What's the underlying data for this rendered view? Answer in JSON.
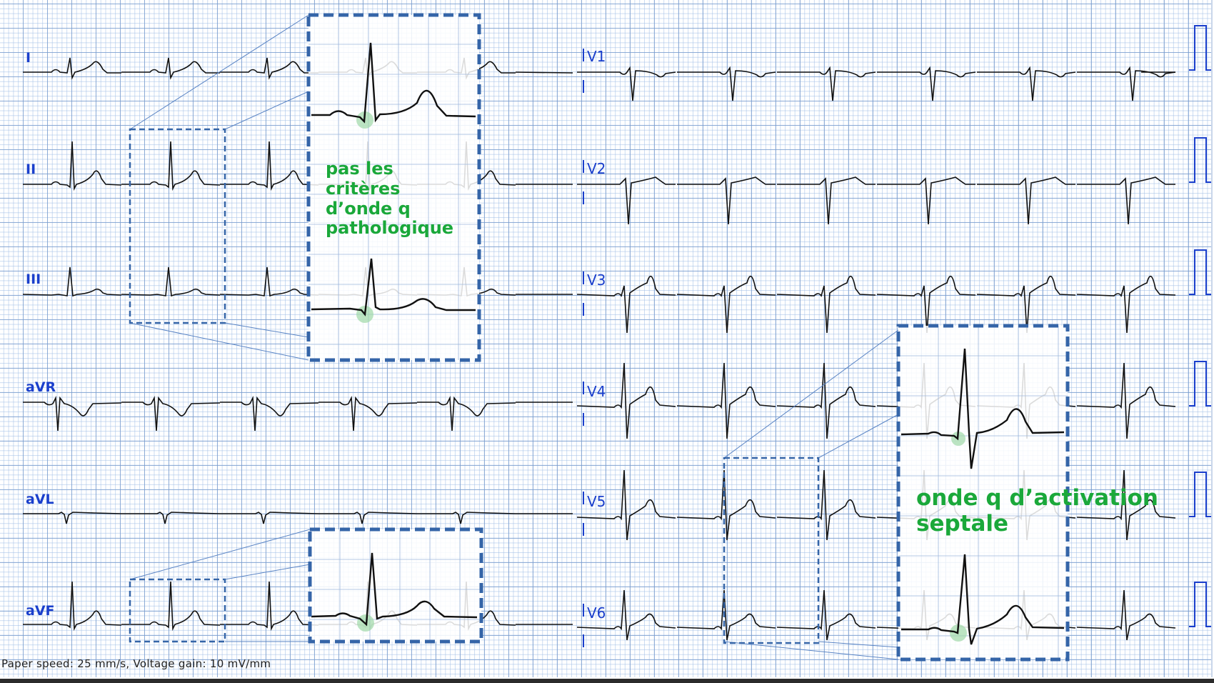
{
  "ecg": {
    "paper": {
      "grid_major_color": "#789bcd",
      "grid_minor_color": "#a0bee6",
      "trace_color": "#111111",
      "label_color": "#1a3fcc",
      "calibration_color": "#1a3fcc"
    },
    "limb_leads": [
      {
        "label": "I"
      },
      {
        "label": "II"
      },
      {
        "label": "III"
      },
      {
        "label": "aVR"
      },
      {
        "label": "aVL"
      },
      {
        "label": "aVF"
      }
    ],
    "precordial_leads": [
      {
        "label": "V1"
      },
      {
        "label": "V2"
      },
      {
        "label": "V3"
      },
      {
        "label": "V4"
      },
      {
        "label": "V5"
      },
      {
        "label": "V6"
      }
    ],
    "footer": "Paper speed: 25 mm/s, Voltage gain: 10 mV/mm"
  },
  "annotations": {
    "inferior_note": [
      "pas les",
      "critères",
      "d’onde q",
      "pathologique"
    ],
    "lateral_note": [
      "onde q d’activation",
      "septale"
    ],
    "annotation_color": "#1aa83a",
    "zoom_box_color": "#3565a8",
    "highlight_color": "#9fd8a8"
  }
}
